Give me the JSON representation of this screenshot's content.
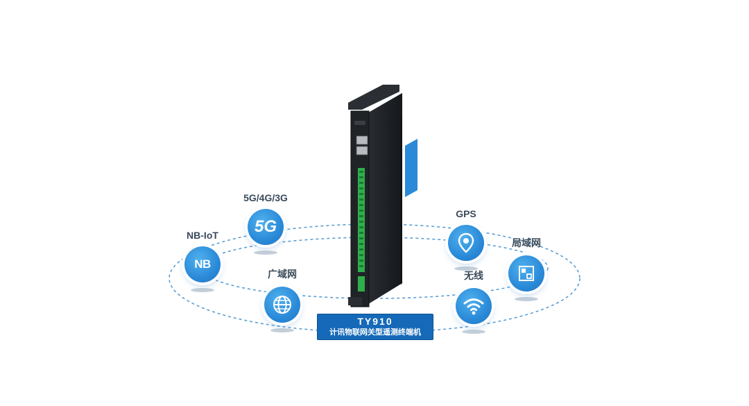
{
  "features": {
    "nbiot": {
      "label": "NB-IoT",
      "icon": "nb-iot-icon",
      "badge_text": "NB"
    },
    "cellular": {
      "label": "5G/4G/3G",
      "icon": "5g-icon",
      "badge_text": "5G"
    },
    "wan_left": {
      "label": "广域网",
      "icon": "globe-icon"
    },
    "gps": {
      "label": "GPS",
      "icon": "location-pin-icon"
    },
    "lan": {
      "label": "局域网",
      "icon": "network-frame-icon"
    },
    "wireless": {
      "label": "无线",
      "icon": "wifi-icon"
    }
  },
  "product": {
    "model": "TY910",
    "description": "计讯物联网关型遥测终端机"
  },
  "colors": {
    "accent": "#2a8ad8",
    "caption_bg": "#1569b8",
    "orbit": "#5a9fd4",
    "device_body": "#1e2124",
    "terminal_green": "#2fae4b"
  }
}
